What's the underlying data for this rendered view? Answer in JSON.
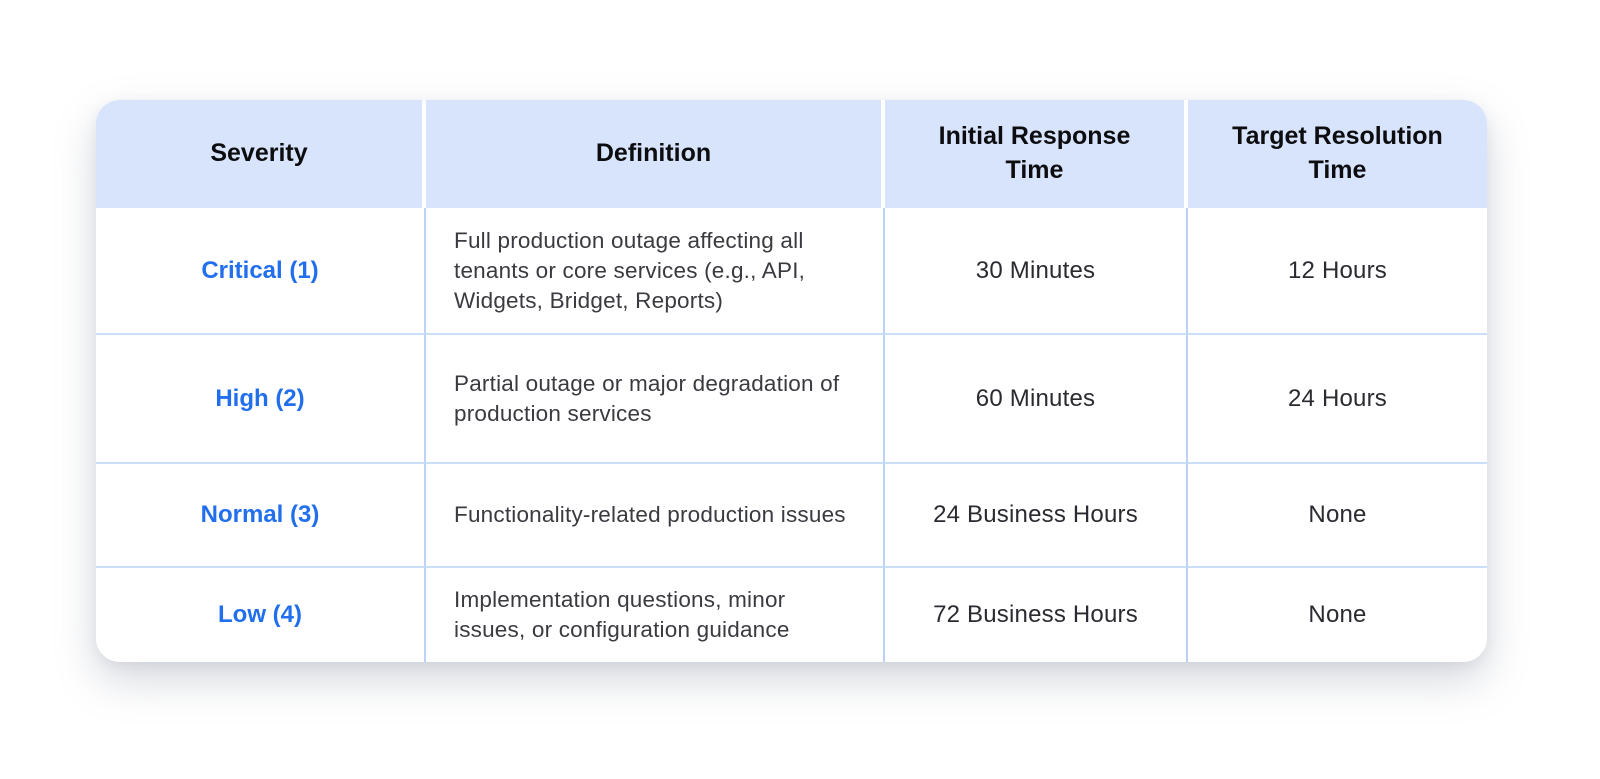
{
  "table": {
    "headers": [
      "Severity",
      "Definition",
      "Initial Response Time",
      "Target Resolution Time"
    ],
    "rows": [
      {
        "severity": "Critical (1)",
        "definition": "Full production outage affecting all tenants or core services (e.g., API, Widgets, Bridget, Reports)",
        "initial_response": "30 Minutes",
        "target_resolution": "12 Hours"
      },
      {
        "severity": "High (2)",
        "definition": "Partial outage or major degradation of production services",
        "initial_response": "60 Minutes",
        "target_resolution": "24 Hours"
      },
      {
        "severity": "Normal (3)",
        "definition": "Functionality-related production issues",
        "initial_response": "24 Business Hours",
        "target_resolution": "None"
      },
      {
        "severity": "Low (4)",
        "definition": "Implementation questions, minor issues, or configuration guidance",
        "initial_response": "72 Business Hours",
        "target_resolution": "None"
      }
    ]
  },
  "colors": {
    "header_background": "#d8e3fc",
    "grid_line_vertical": "#bcd3f7",
    "grid_line_horizontal": "#cbdff9",
    "severity_text": "#216fed",
    "body_text": "#3a3a40",
    "header_text": "#0d0d10"
  }
}
